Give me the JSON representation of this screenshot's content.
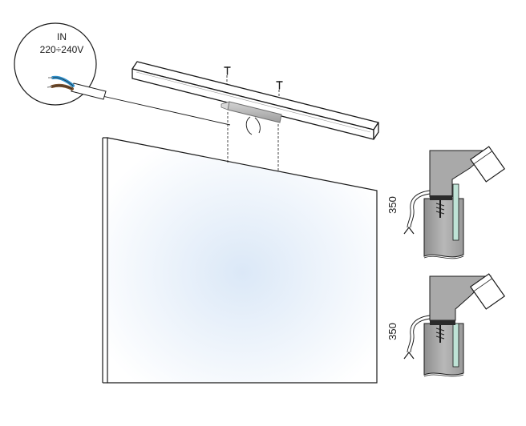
{
  "inset": {
    "line1": "IN",
    "line2": "220÷240V"
  },
  "details": [
    {
      "dimension": "350"
    },
    {
      "dimension": "350"
    }
  ],
  "colors": {
    "stroke": "#1a1a1a",
    "wire_blue": "#2f8fc9",
    "wire_brown": "#7a5230",
    "bracket_gray": "#a9a9a9",
    "mirror_tint": "#e6f0fa",
    "glass_green": "#bfe3d6"
  }
}
